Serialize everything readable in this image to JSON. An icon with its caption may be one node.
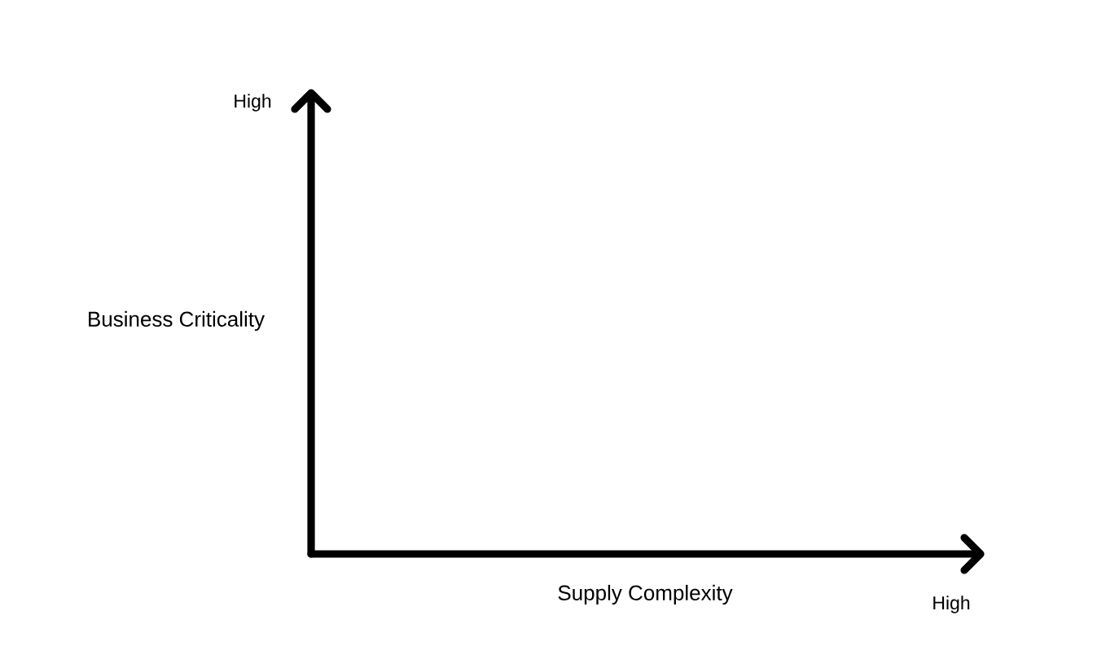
{
  "diagram": {
    "labels": [
      "High",
      "Business Criticality",
      "Supply Complexity",
      "High"
    ]
  }
}
